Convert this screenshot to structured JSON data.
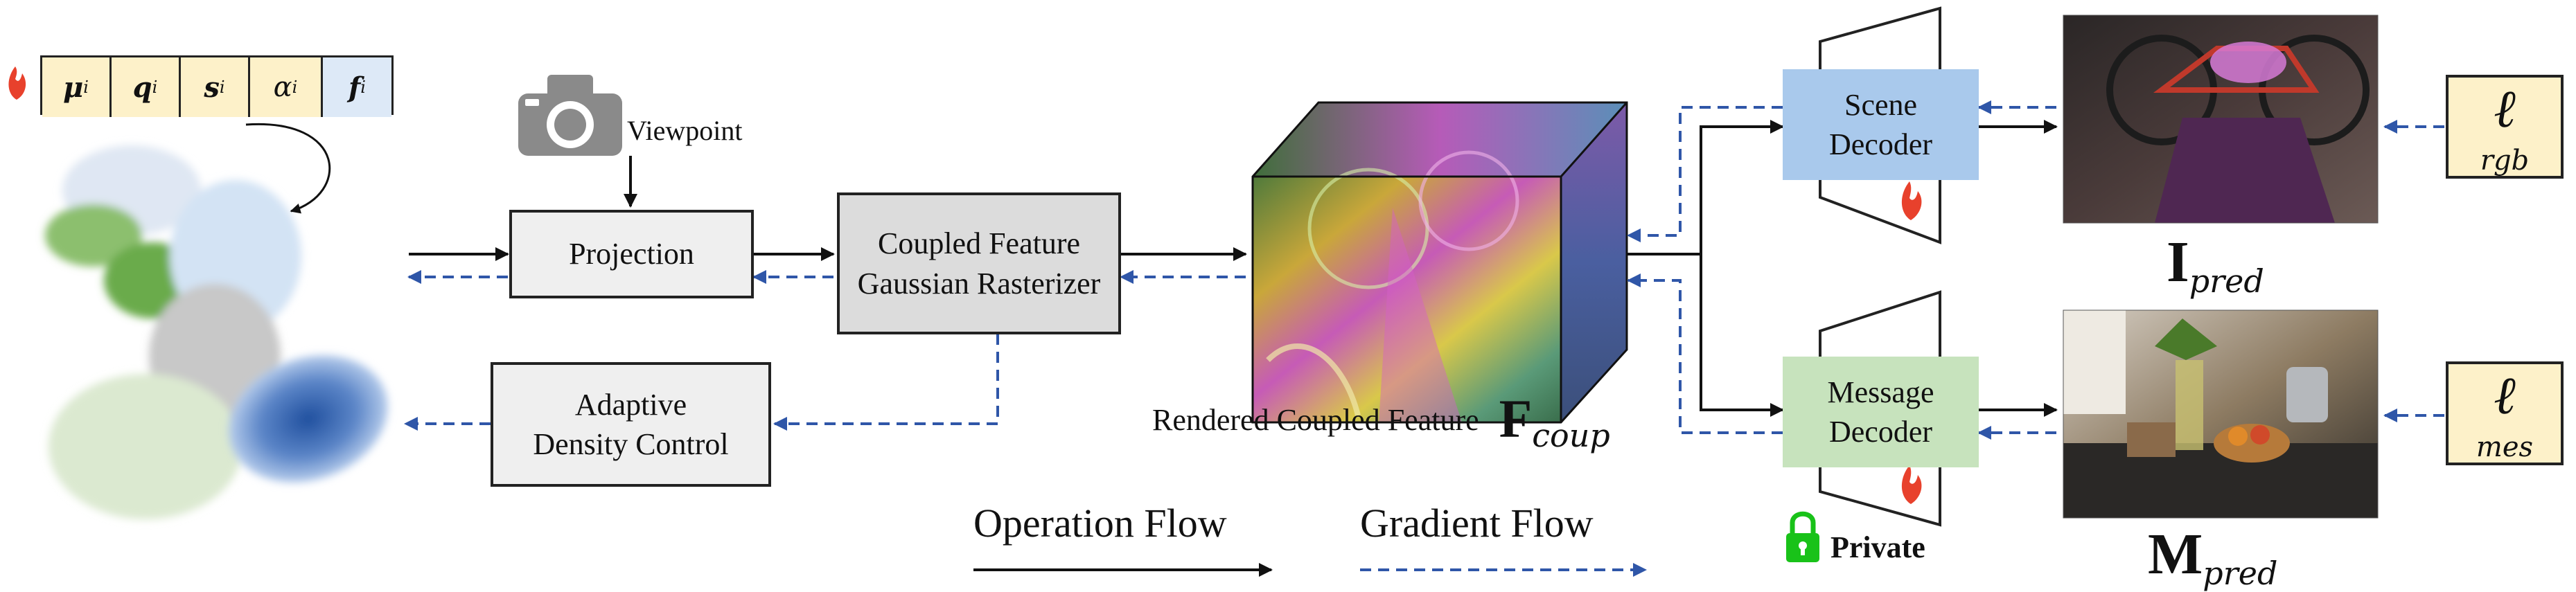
{
  "params": {
    "cells": [
      {
        "sym": "μ",
        "sub": "i",
        "bold": true,
        "color": "#fdf1c9"
      },
      {
        "sym": "q",
        "sub": "i",
        "bold": true,
        "color": "#fdf1c9"
      },
      {
        "sym": "s",
        "sub": "i",
        "bold": true,
        "color": "#fdf1c9"
      },
      {
        "sym": "α",
        "sub": "i",
        "bold": false,
        "color": "#fdf1c9"
      },
      {
        "sym": "f",
        "sub": "i",
        "bold": true,
        "color": "#dde9f7"
      }
    ]
  },
  "camera": {
    "label": "Viewpoint"
  },
  "boxes": {
    "projection": "Projection",
    "rasterizer_line1": "Coupled Feature",
    "rasterizer_line2": "Gaussian Rasterizer",
    "density_line1": "Adaptive",
    "density_line2": "Density Control",
    "scene_line1": "Scene",
    "scene_line2": "Decoder",
    "message_line1": "Message",
    "message_line2": "Decoder"
  },
  "feature": {
    "caption": "Rendered Coupled Feature",
    "symbol": "F",
    "subscript": "coup"
  },
  "outputs": {
    "pred_image_symbol": "I",
    "pred_image_sub": "pred",
    "pred_message_symbol": "M",
    "pred_message_sub": "pred"
  },
  "losses": {
    "rgb_symbol": "ℓ",
    "rgb_sub": "rgb",
    "mes_symbol": "ℓ",
    "mes_sub": "mes"
  },
  "legend": {
    "operation": "Operation Flow",
    "gradient": "Gradient Flow",
    "private": "Private"
  },
  "colors": {
    "scene_decoder": "#a9c9ec",
    "message_decoder": "#c7e3bd",
    "loss_box": "#fdf1c9",
    "gradient_arrow": "#2f56a8",
    "flame": "#e8412c",
    "lock": "#19c219"
  }
}
